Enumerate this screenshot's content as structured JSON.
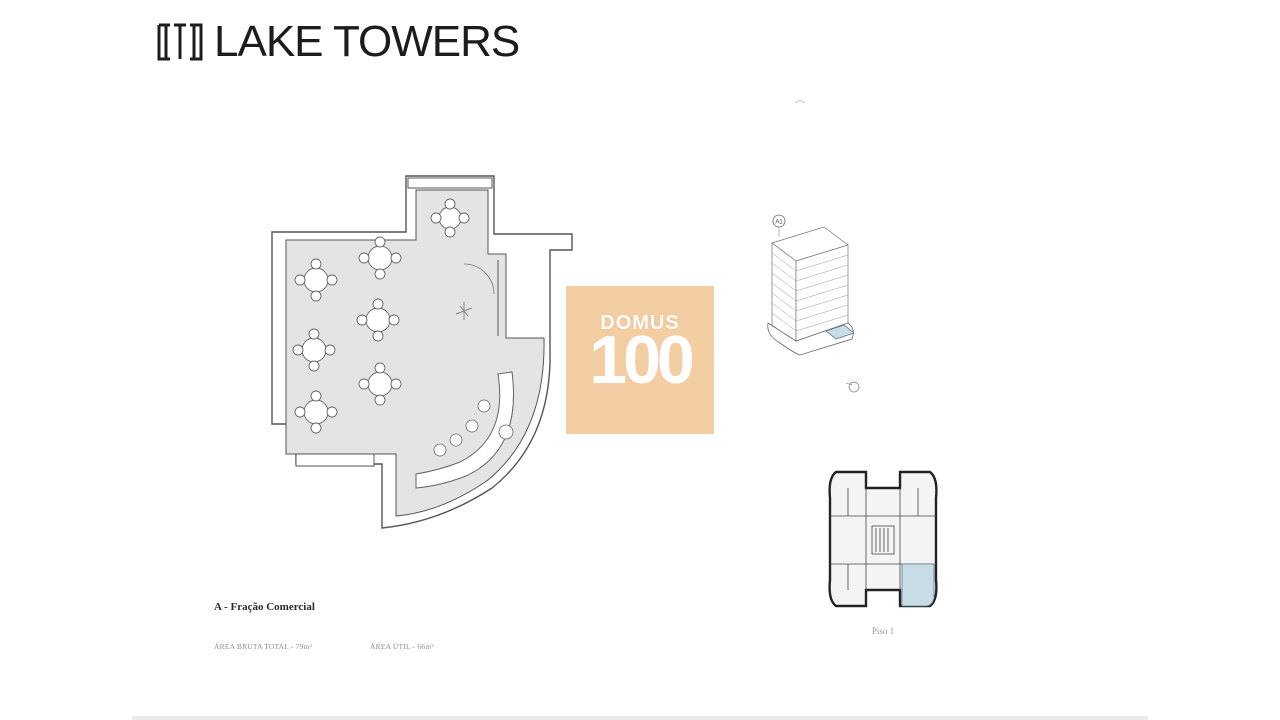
{
  "brand": {
    "name": "LAKE TOWERS"
  },
  "watermark": {
    "number": "100",
    "word": "DOMUS"
  },
  "unit": {
    "title": "A - Fração Comercial",
    "gross_area": "ÁREA BRUTA TOTAL - 79m²",
    "useful_area": "ÁREA ÚTIL - 66m²"
  },
  "tower": {
    "marker": "A1"
  },
  "keyplan": {
    "label": "Piso 1"
  },
  "colors": {
    "floor": "#e4e4e4",
    "wall": "#555555",
    "highlight": "#c8dce6",
    "watermark": "#f3c99a"
  }
}
